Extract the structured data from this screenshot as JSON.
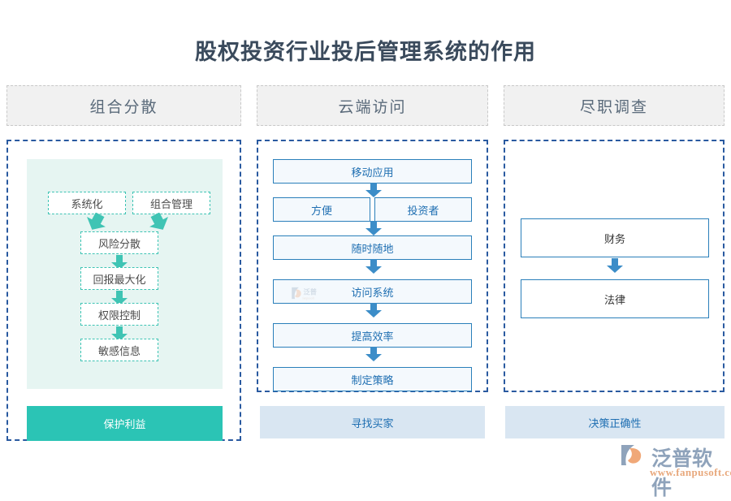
{
  "page": {
    "title": "股权投资行业投后管理系统的作用",
    "background": "#ffffff"
  },
  "colors": {
    "title_text": "#3a4a5c",
    "header_fill": "#f1f1f1",
    "header_border": "#c8c8c8",
    "header_text": "#5a6a7a",
    "container_border": "#2a5aa0",
    "teal_panel_fill": "#e6f5f2",
    "teal_border": "#3fc4b4",
    "teal_solid": "#2bc4b5",
    "blue_border": "#2a7fba",
    "blue_box_fill": "#f4f9fd",
    "blue_text": "#1f6fb2",
    "blue_arrow": "#3c8dc8",
    "footer_fill": "#d9e6f2",
    "logo_name": "#8fa3bb",
    "logo_url": "#e8a87c",
    "logo_swoosh": "#f0a878"
  },
  "columns": [
    {
      "header": "组合分散",
      "top_row": [
        {
          "label": "系统化"
        },
        {
          "label": "组合管理"
        }
      ],
      "flow": [
        {
          "label": "风险分散"
        },
        {
          "label": "回报最大化"
        },
        {
          "label": "权限控制"
        },
        {
          "label": "敏感信息"
        }
      ],
      "footer": {
        "label": "保护利益",
        "style": "teal-solid"
      }
    },
    {
      "header": "云端访问",
      "first": {
        "label": "移动应用"
      },
      "pair": [
        {
          "label": "方便"
        },
        {
          "label": "投资者"
        }
      ],
      "flow": [
        {
          "label": "随时随地"
        },
        {
          "label": "访问系统",
          "watermark": true
        },
        {
          "label": "提高效率"
        },
        {
          "label": "制定策略"
        }
      ],
      "footer": {
        "label": "寻找买家",
        "style": "light-blue"
      }
    },
    {
      "header": "尽职调查",
      "flow": [
        {
          "label": "财务"
        },
        {
          "label": "法律"
        }
      ],
      "footer": {
        "label": "决策正确性",
        "style": "light-blue"
      }
    }
  ],
  "logo": {
    "name": "泛普软件",
    "url": "www.fanpusoft.com"
  }
}
